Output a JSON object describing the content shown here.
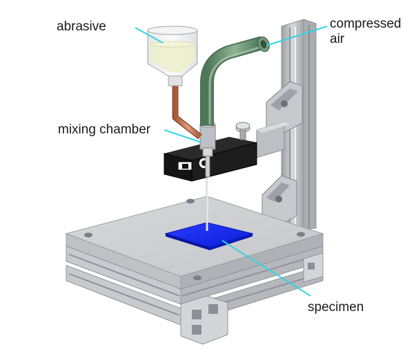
{
  "labels": {
    "abrasive": "abrasive",
    "compressed_air_line1": "compressed",
    "compressed_air_line2": "air",
    "mixing_chamber": "mixing chamber",
    "specimen": "specimen"
  },
  "colors": {
    "leader_line": "#33d3e6",
    "specimen": "#1428e8",
    "air_hose": "#6f9a78",
    "feed_tube": "#c8795a",
    "frame": "#b9bcc0",
    "holder": "#141414"
  }
}
